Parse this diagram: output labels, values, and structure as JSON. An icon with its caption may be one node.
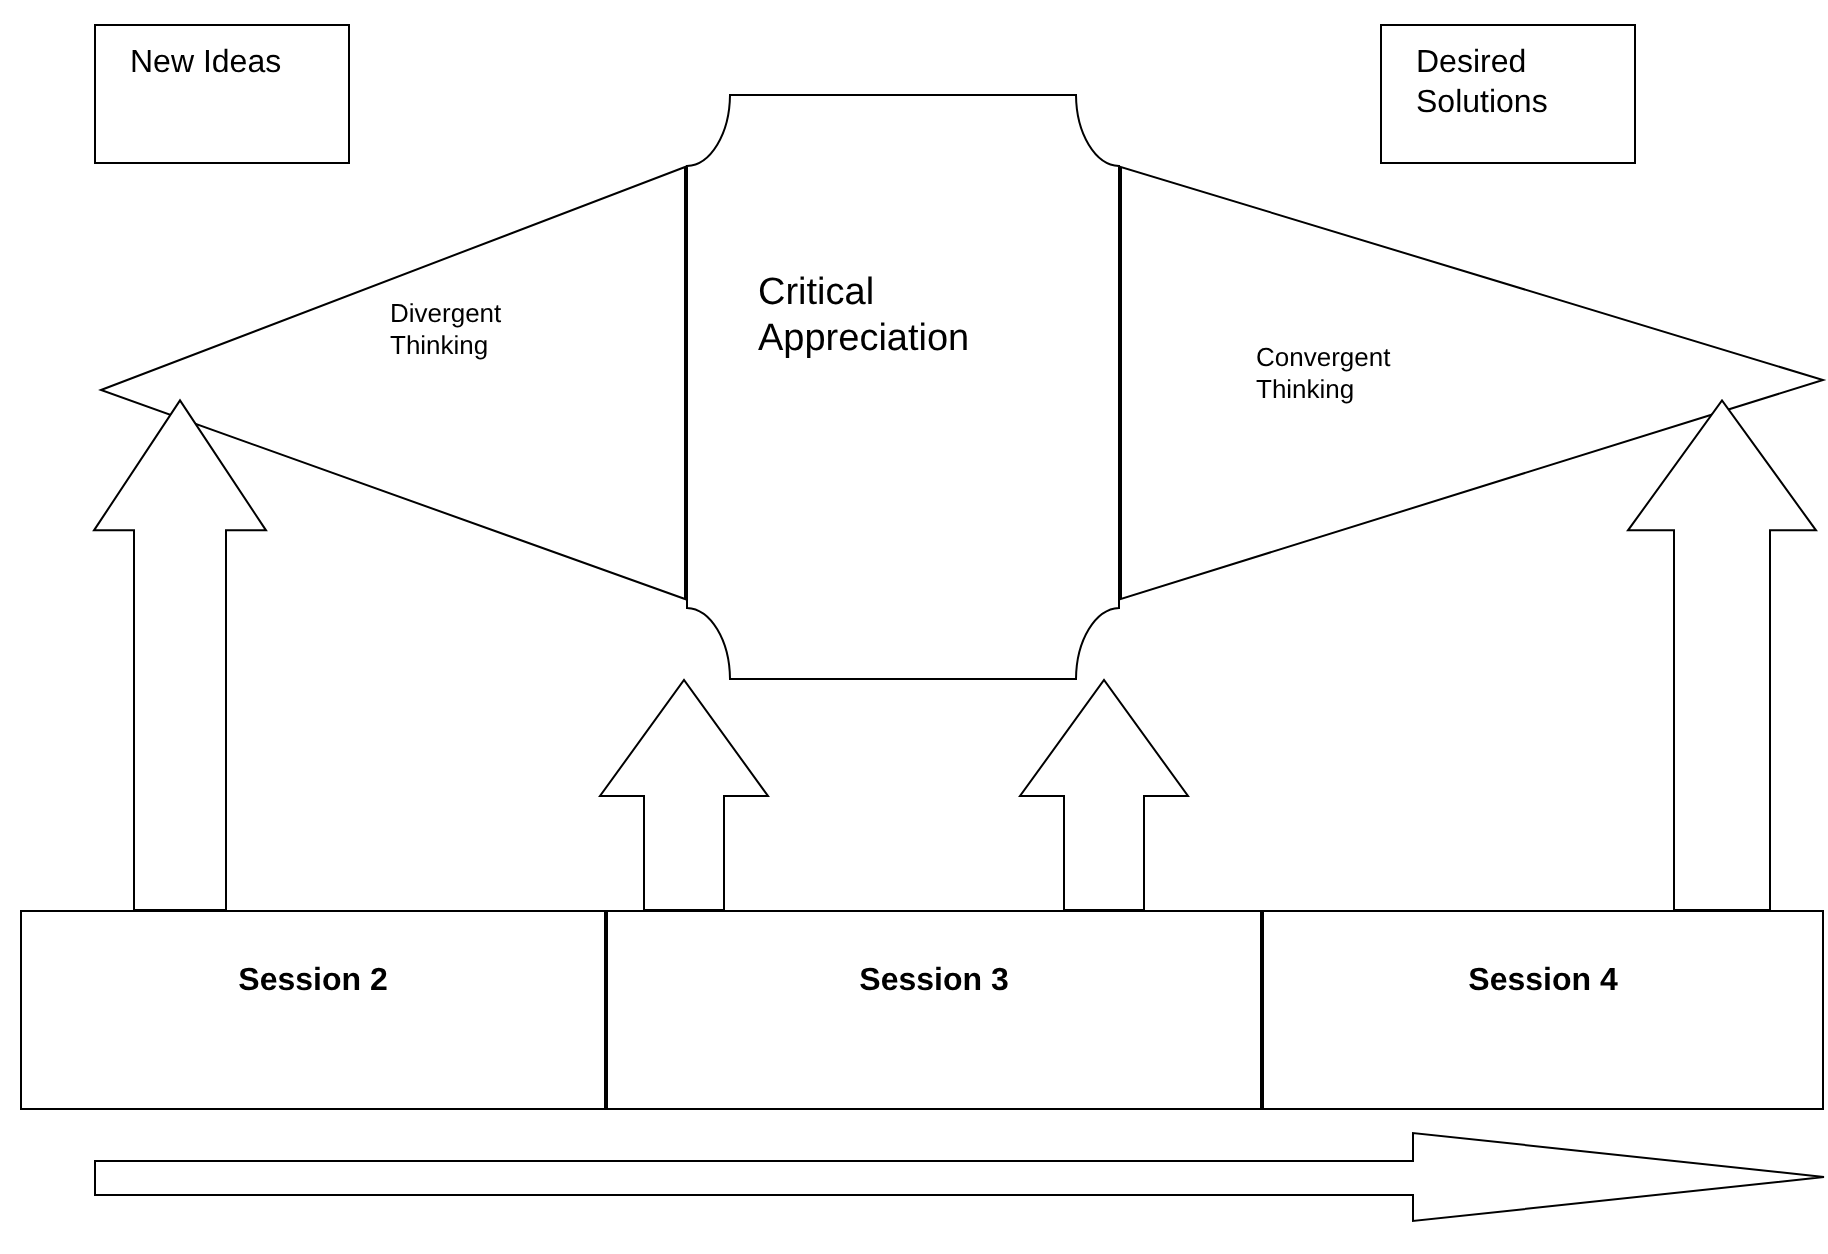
{
  "diagram": {
    "nodes": [
      {
        "text": [
          "New Ideas"
        ]
      },
      {
        "text": [
          "Desired Solutions"
        ]
      },
      {
        "text": [
          "Divergent Thinking"
        ]
      },
      {
        "text": [
          "Critical Appreciation"
        ]
      },
      {
        "text": [
          "Convergent Thinking"
        ]
      },
      {
        "text": [
          "Session 2"
        ]
      },
      {
        "text": [
          "Session 3"
        ]
      },
      {
        "text": [
          "Session 4"
        ]
      }
    ],
    "edges": [
      {
        "from": 5,
        "to": 2,
        "arrow": "to"
      },
      {
        "from": 6,
        "to": 3,
        "arrow": "to"
      },
      {
        "from": 6,
        "to": 3,
        "arrow": "to"
      },
      {
        "from": 7,
        "to": 4,
        "arrow": "to"
      }
    ]
  }
}
